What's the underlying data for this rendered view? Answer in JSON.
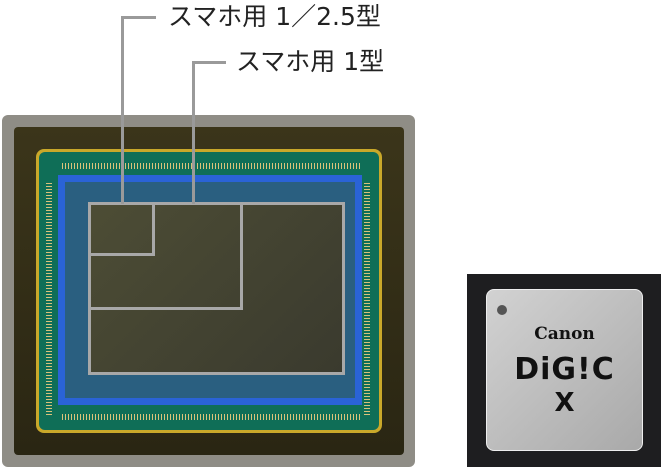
{
  "labels": {
    "small_sensor": "スマホ用 1／2.5型",
    "one_inch_sensor": "スマホ用 1型"
  },
  "processor_chip": {
    "brand": "Canon",
    "name": "DiG!C",
    "model": "X"
  },
  "colors": {
    "outline": "#a8a8a8",
    "sensor_blue": "#2d6fd8",
    "pcb_green": "#0f7a5e"
  }
}
